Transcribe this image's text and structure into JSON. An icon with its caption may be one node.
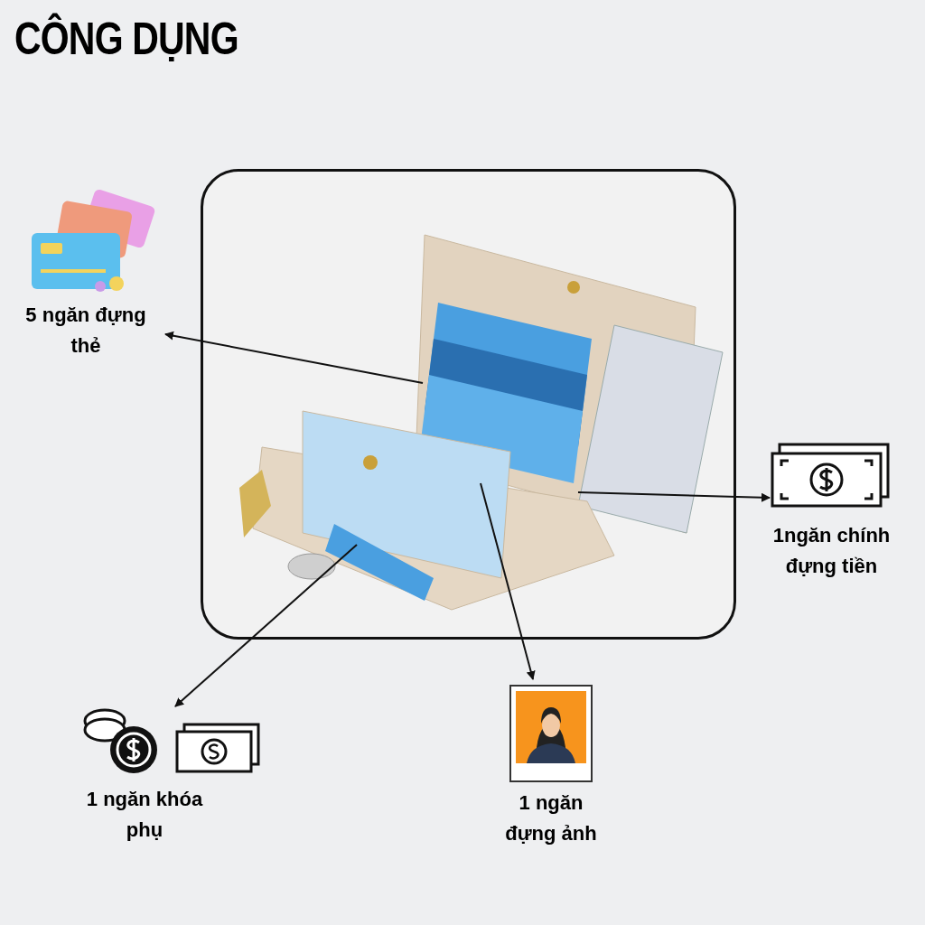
{
  "diagram": {
    "title": "CÔNG DỤNG",
    "nodes": [
      {
        "text": [],
        "shape": "picture"
      },
      {
        "text": [
          "5 ngăn đựng thẻ"
        ]
      },
      {
        "text": [
          "1ngăn chính đựng tiền"
        ]
      },
      {
        "text": [
          "1 ngăn khóa phụ"
        ]
      },
      {
        "text": [
          "1 ngăn đựng ảnh"
        ]
      }
    ],
    "edges": [
      {
        "from": 0,
        "to": 1,
        "arrow": "to"
      },
      {
        "from": 0,
        "to": 2,
        "arrow": "to"
      },
      {
        "from": 0,
        "to": 3,
        "arrow": "to"
      },
      {
        "from": 0,
        "to": 4,
        "arrow": "to"
      }
    ]
  }
}
